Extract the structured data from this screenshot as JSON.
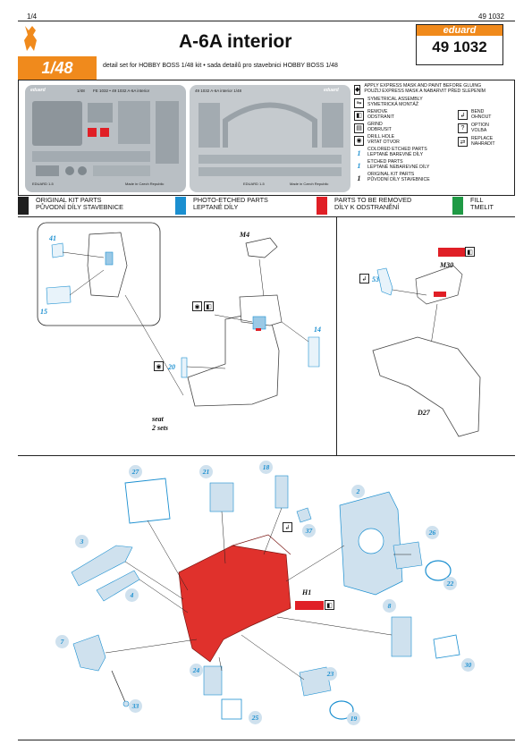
{
  "header": {
    "page": "1/4",
    "code_top": "49 1032",
    "title": "A-6A interior",
    "scale": "1/48",
    "subtitle": "detail set for  HOBBY BOSS 1/48 kit • sada detailů pro stavebnici  HOBBY BOSS 1/48",
    "brand": "eduard",
    "code": "49 1032"
  },
  "fret": {
    "left_label": "FE 1032 • 49 1032  A-6A interior",
    "left_scale": "1/48",
    "left_brand": "eduard",
    "right_label": "49 1032  A-6A  interior   1/48",
    "right_brand": "eduard",
    "made_in": "Made in Czech Republic",
    "fret_id_left": "EDUARD 1-5",
    "fret_id_right": "EDUARD 1-5"
  },
  "legend": [
    {
      "icon": "mask-icon",
      "text": "APPLY EXPRESS MASK AND PAINT BEFORE GLUING\nPOUŽIJ EXPRESS MASK A NABARVIT PŘED SLEPENÍM"
    },
    {
      "icon": "symmetric-icon",
      "text": "SYMETRICAL ASSEMBLY\nSYMETRICKÁ MONTÁŽ"
    },
    {
      "icon": "remove-icon",
      "text": "REMOVE\nODSTRANIT"
    },
    {
      "icon": "grind-icon",
      "text": "GRIND\nODBRUSIT"
    },
    {
      "icon": "drill-icon",
      "text": "DRILL HOLE\nVRTAT OTVOR"
    },
    {
      "icon": "colored-part-icon",
      "text": "COLORED ETCHED PARTS\nLEPTANÉ BAREVNÉ DÍLY"
    },
    {
      "icon": "etched-part-icon",
      "text": "ETCHED PARTS\nLEPTANÉ NEBAREVNÉ DÍLY"
    },
    {
      "icon": "kit-part-icon",
      "text": "ORIGINAL KIT PARTS\nPŮVODNÍ DÍLY STAVEBNICE"
    }
  ],
  "legend_right": [
    {
      "icon": "bend-icon",
      "text": "BEND\nOHNOUT"
    },
    {
      "icon": "option-icon",
      "text": "OPTION\nVOLBA"
    },
    {
      "icon": "replace-icon",
      "text": "REPLACE\nNAHRADIT"
    }
  ],
  "legend_numbers": [
    "1",
    "1",
    "1"
  ],
  "color_key": [
    {
      "color": "#1f1f1f",
      "text": "ORIGINAL KIT PARTS\nPŮVODNÍ DÍLY STAVEBNICE"
    },
    {
      "color": "#1b8fd0",
      "text": "PHOTO-ETCHED PARTS\nLEPTANÉ DÍLY"
    },
    {
      "color": "#e01f26",
      "text": "PARTS TO BE REMOVED\nDÍLY K ODSTRANĚNÍ"
    },
    {
      "color": "#1f9a45",
      "text": "FILL\nTMELIT"
    }
  ],
  "step1": {
    "kit_parts": [
      "M4"
    ],
    "pe_parts": [
      "41",
      "15",
      "14",
      "20"
    ],
    "note": "seat\n2 sets"
  },
  "step2": {
    "kit_parts": [
      "M30",
      "D27"
    ],
    "pe_parts": [
      "53"
    ]
  },
  "step3": {
    "kit_parts": [
      "H1"
    ],
    "pe_parts": [
      "27",
      "21",
      "18",
      "2",
      "3",
      "4",
      "37",
      "26",
      "22",
      "7",
      "8",
      "24",
      "23",
      "33",
      "25",
      "19",
      "30"
    ]
  }
}
